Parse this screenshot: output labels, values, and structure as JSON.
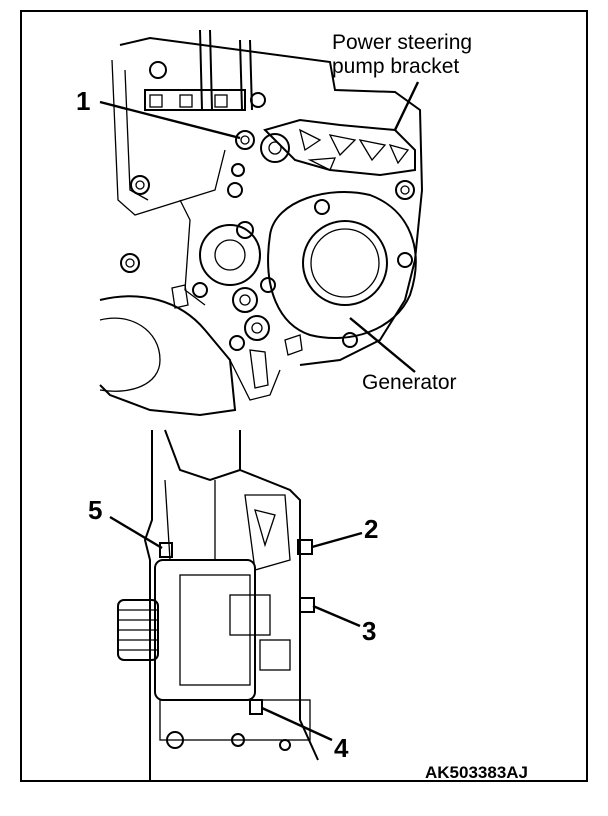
{
  "figure": {
    "labels": {
      "power_steering_line1": "Power steering",
      "power_steering_line2": "pump bracket",
      "generator": "Generator",
      "figure_code": "AK503383AJ"
    },
    "callouts": [
      "1",
      "2",
      "3",
      "4",
      "5"
    ]
  }
}
